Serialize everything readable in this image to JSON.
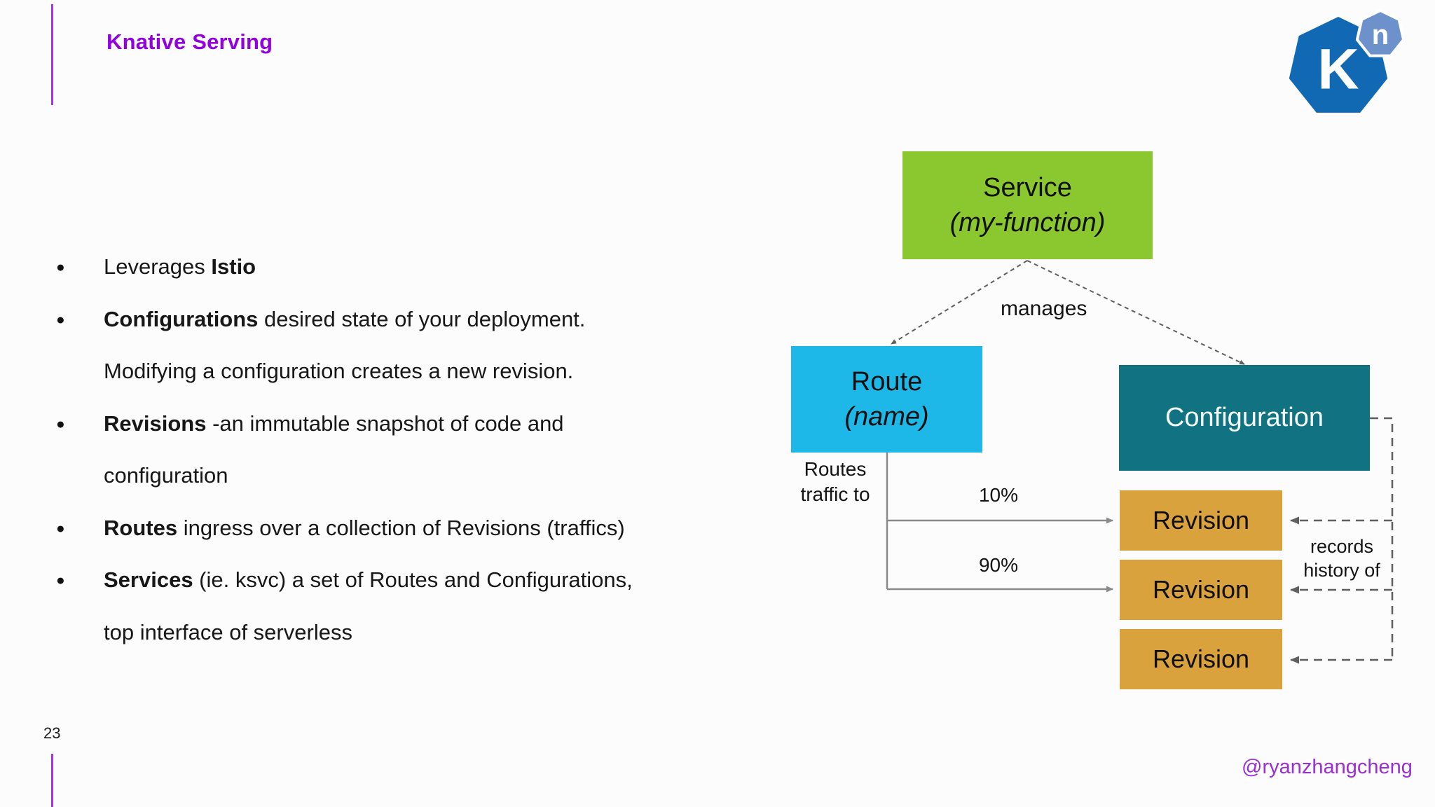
{
  "slide": {
    "title": "Knative Serving",
    "page_number": "23",
    "handle": "@ryanzhangcheng"
  },
  "logo": {
    "main_letter": "K",
    "sub_letter": "n"
  },
  "bullets": [
    {
      "pre": "Leverages ",
      "bold": "Istio"
    },
    {
      "bold": "Configurations",
      "line1": " desired state of your deployment.",
      "line2": "Modifying a configuration creates a new revision."
    },
    {
      "bold": "Revisions",
      "line1": " -an immutable snapshot of code and",
      "line2": "configuration"
    },
    {
      "bold": "Routes",
      "line1": " ingress over a collection of Revisions (traffics)"
    },
    {
      "bold": "Services",
      "line1": " (ie. ksvc) a set of Routes and Configurations,",
      "line2": "top interface of serverless"
    }
  ],
  "diagram": {
    "service": {
      "title": "Service",
      "subtitle": "(my-function)"
    },
    "route": {
      "title": "Route",
      "subtitle": "(name)"
    },
    "configuration": {
      "title": "Configuration"
    },
    "revisions": [
      {
        "label": "Revision"
      },
      {
        "label": "Revision"
      },
      {
        "label": "Revision"
      }
    ],
    "labels": {
      "manages": "manages",
      "routes_traffic_line1": "Routes",
      "routes_traffic_line2": "traffic to",
      "traffic_10": "10%",
      "traffic_90": "90%",
      "records_line1": "records",
      "records_line2": "history of"
    }
  },
  "colors": {
    "title_purple": "#9203dc",
    "accent_line_purple": "#a832e8",
    "handle_purple": "#9b2fd4",
    "service_green": "#8bc72e",
    "route_cyan": "#1db7e8",
    "configuration_teal": "#117282",
    "revision_gold": "#d9a23c",
    "logo_blue": "#1169b4",
    "logo_light_blue": "#6d92cb",
    "connector_dashed_gray": "#5f5f5f",
    "connector_solid_gray": "#8a8a8a"
  }
}
